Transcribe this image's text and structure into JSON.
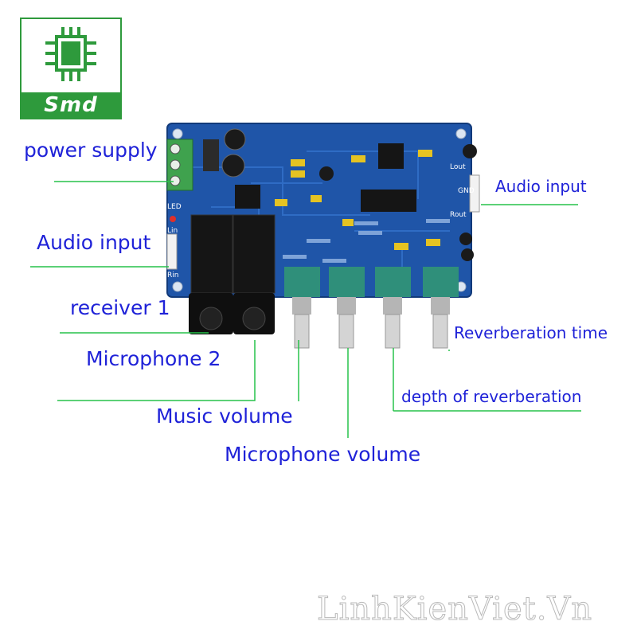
{
  "logo": {
    "text": "Smd",
    "accent": "#2e9a3c"
  },
  "labels": {
    "power_supply": "power supply",
    "audio_input_right": "Audio input",
    "audio_input_left": "Audio input",
    "receiver_1": "receiver 1",
    "microphone_2": "Microphone 2",
    "reverberation_time": "Reverberation time",
    "depth_of_reverberation": "depth of reverberation",
    "music_volume": "Music volume",
    "microphone_volume": "Microphone volume"
  },
  "board_markings": {
    "lout": "Lout",
    "rout": "Rout",
    "lin": "Lin",
    "rin": "Rin",
    "gnd": "GND",
    "led": "LED"
  },
  "watermark": "LinhKienViet.Vn",
  "colors": {
    "label": "#1f22d8",
    "leader_line": "#27c24a",
    "pcb": "#1f55a8",
    "knob": "#2f8f7a"
  }
}
